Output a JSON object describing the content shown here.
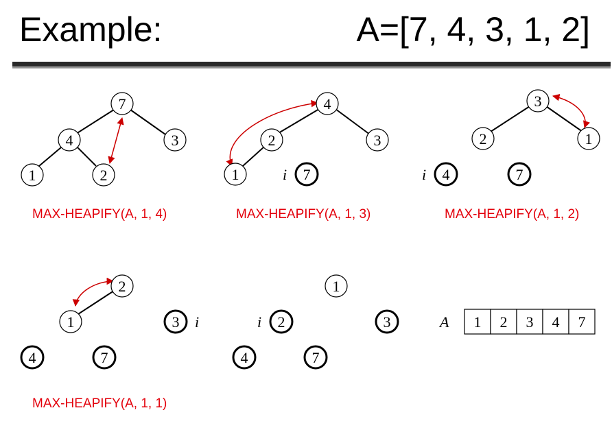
{
  "slide": {
    "title": "Example:",
    "array_text": "A=[7, 4, 3, 1, 2]"
  },
  "panels": {
    "p1": {
      "caption": "MAX-HEAPIFY(A, 1, 4)",
      "nodes": {
        "root": "7",
        "left": "4",
        "right": "3",
        "ll": "1",
        "lr": "2"
      }
    },
    "p2": {
      "caption": "MAX-HEAPIFY(A, 1, 3)",
      "nodes": {
        "root": "4",
        "left": "2",
        "right": "3",
        "ll": "1",
        "sorted": "7"
      },
      "i_label": "i"
    },
    "p3": {
      "caption": "MAX-HEAPIFY(A, 1, 2)",
      "nodes": {
        "root": "3",
        "left": "2",
        "right": "1",
        "s1": "4",
        "s2": "7"
      },
      "i_label": "i"
    },
    "p4": {
      "caption": "MAX-HEAPIFY(A, 1, 1)",
      "nodes": {
        "root": "2",
        "left": "1",
        "s1": "3",
        "s2": "4",
        "s3": "7"
      },
      "i_label": "i"
    },
    "p5": {
      "nodes": {
        "root": "1",
        "s1": "2",
        "s2": "3",
        "s3": "4",
        "s4": "7"
      },
      "i_label": "i"
    }
  },
  "result_array": {
    "label": "A",
    "cells": [
      "1",
      "2",
      "3",
      "4",
      "7"
    ]
  },
  "colors": {
    "caption": "#e3000b",
    "arrow": "#cc0000",
    "node_stroke": "#000000"
  }
}
